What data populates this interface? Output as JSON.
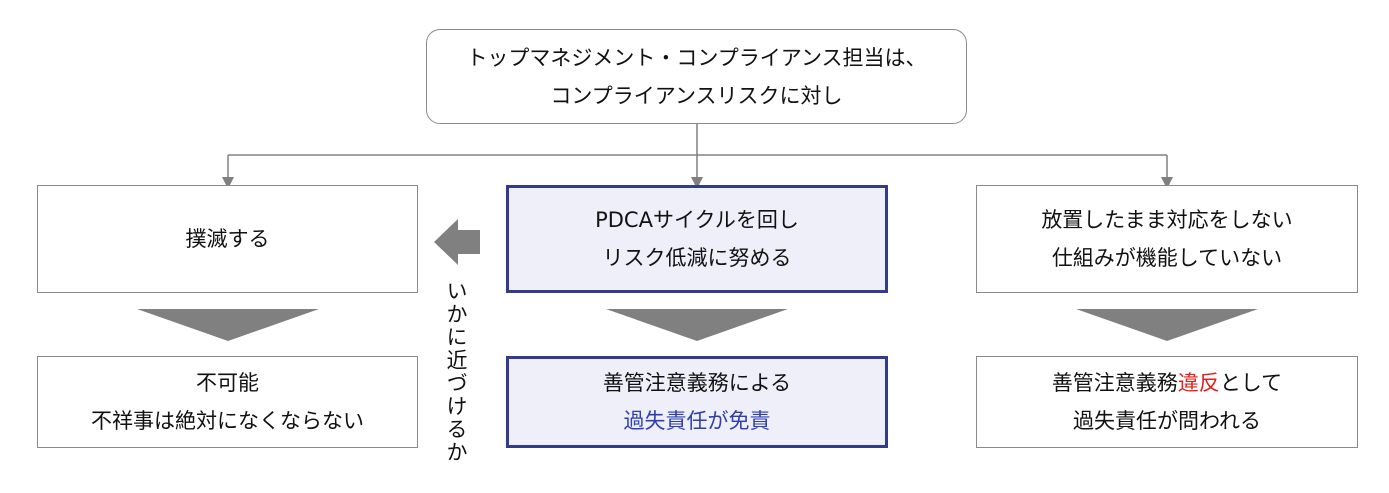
{
  "top_box": {
    "line1": "トップマネジメント・コンプライアンス担当は、",
    "line2": "コンプライアンスリスクに対し"
  },
  "columns": [
    {
      "id": "left",
      "upper": {
        "line1": "撲滅する"
      },
      "lower": {
        "line1": "不可能",
        "line2": "不祥事は絶対になくならない"
      }
    },
    {
      "id": "center",
      "upper": {
        "line1": "PDCAサイクルを回し",
        "line2": "リスク低減に努める"
      },
      "lower": {
        "line1": "善管注意義務による",
        "line2": "過失責任が免責"
      }
    },
    {
      "id": "right",
      "upper": {
        "line1": "放置したまま対応をしない",
        "line2": "仕組みが機能していない"
      },
      "lower": {
        "line1_a": "善管注意義務",
        "line1_b": "違反",
        "line1_c": "として",
        "line2": "過失責任が問われる"
      }
    }
  ],
  "approach_label": "いかに近づけるか",
  "colors": {
    "highlight_border": "#343a8c",
    "highlight_fill": "#efeffa",
    "blue_text": "#2f3fb0",
    "red_text": "#e0211b",
    "arrow_gray": "#808080"
  }
}
